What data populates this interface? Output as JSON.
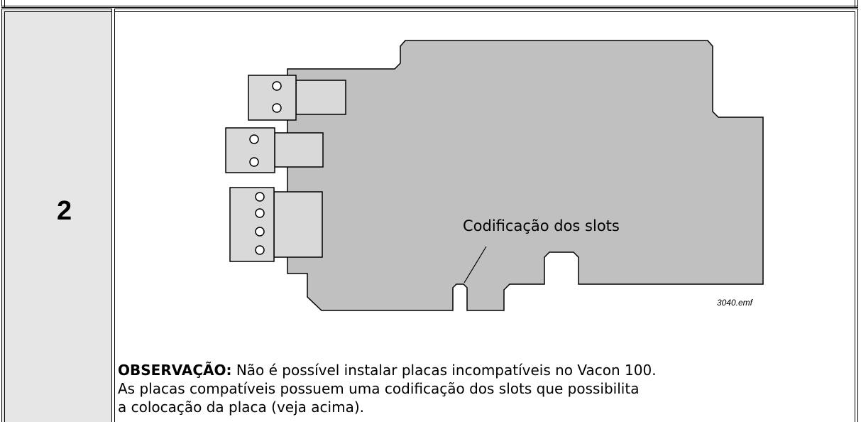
{
  "step": {
    "number": "2"
  },
  "figure": {
    "callout_label": "Codificação dos slots",
    "file_name": "3040.emf"
  },
  "note": {
    "lead": "OBSERVAÇÃO:",
    "line1_rest": " Não é possível instalar placas incompatíveis no Vacon 100.",
    "line2": "As placas compatíveis possuem uma codificação dos slots que possibilita",
    "line3": "a colocação da placa (veja acima)."
  },
  "colors": {
    "board_fill": "#c0c0c0",
    "connector_fill": "#d9d9d9",
    "step_cell_bg": "#e6e6e6"
  }
}
